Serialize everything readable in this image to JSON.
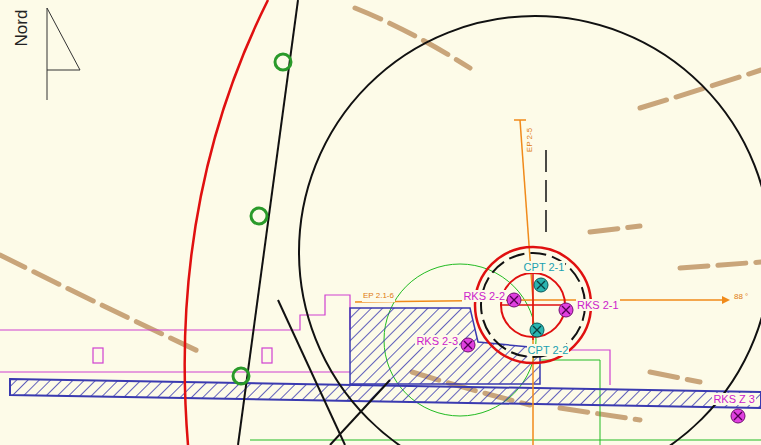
{
  "diagram": {
    "labels": [
      "Nord",
      "EP 2-5",
      "CPT 2-1",
      "RKS 2-2",
      "RKS 2-1",
      "88 °",
      "EP 2.1-6",
      "RKS 2-3",
      "CPT 2-2",
      "RKS Z 3"
    ]
  }
}
